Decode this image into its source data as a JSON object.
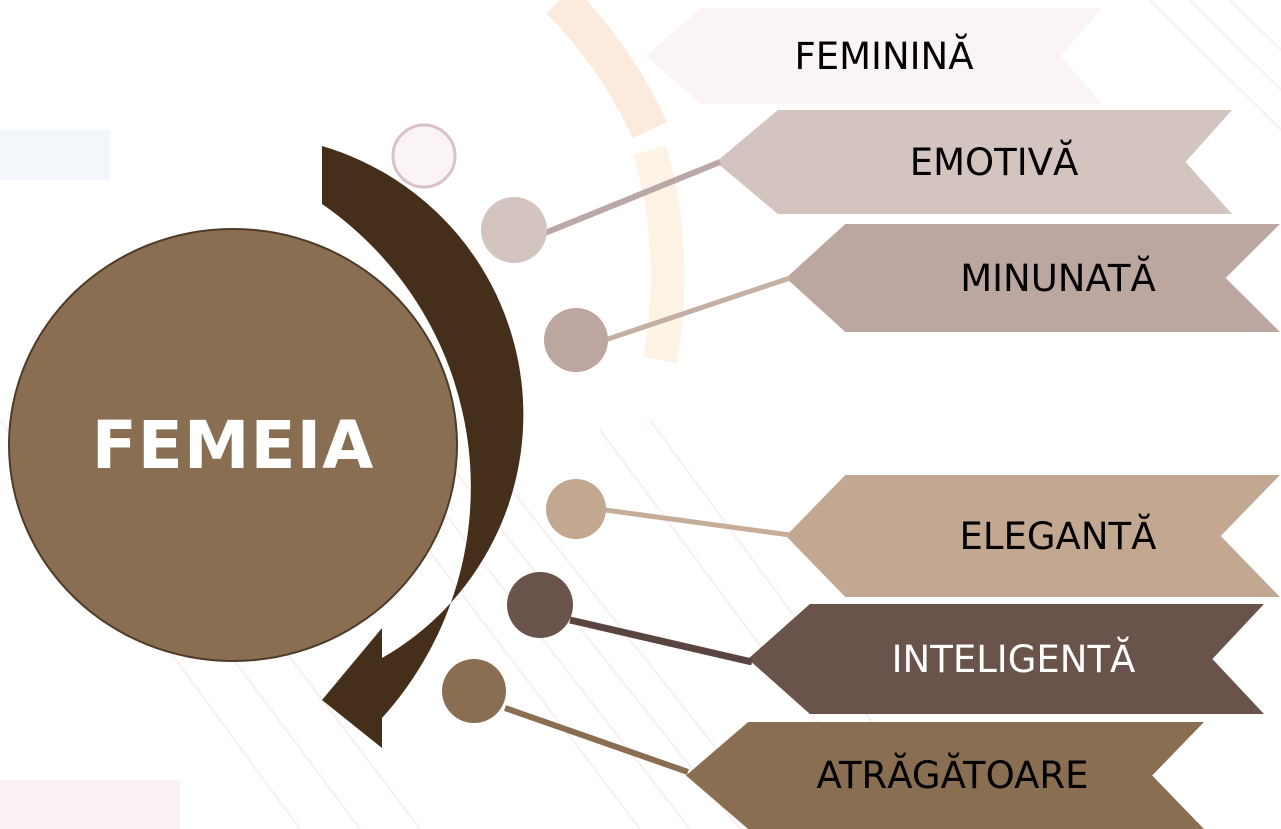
{
  "title": "FEMEIA",
  "colors": {
    "center": "#8a6e52",
    "arrow": "#452e1a",
    "feminina": "#fbf4f7",
    "emotiva": "#d4c4c0",
    "minunata": "#bca6a0",
    "eleganta": "#c3a891",
    "inteligenta": "#6a534b",
    "atragatoare": "#8a6e52"
  },
  "traits": [
    {
      "label": "FEMININĂ",
      "color": "#fbf4f7"
    },
    {
      "label": "EMOTIVĂ",
      "color": "#d4c4c0"
    },
    {
      "label": "MINUNATĂ",
      "color": "#bca6a0"
    },
    {
      "label": "ELEGANTĂ",
      "color": "#c3a891"
    },
    {
      "label": "INTELIGENTĂ",
      "color": "#6a534b"
    },
    {
      "label": "ATRĂGĂTOARE",
      "color": "#8a6e52"
    }
  ]
}
